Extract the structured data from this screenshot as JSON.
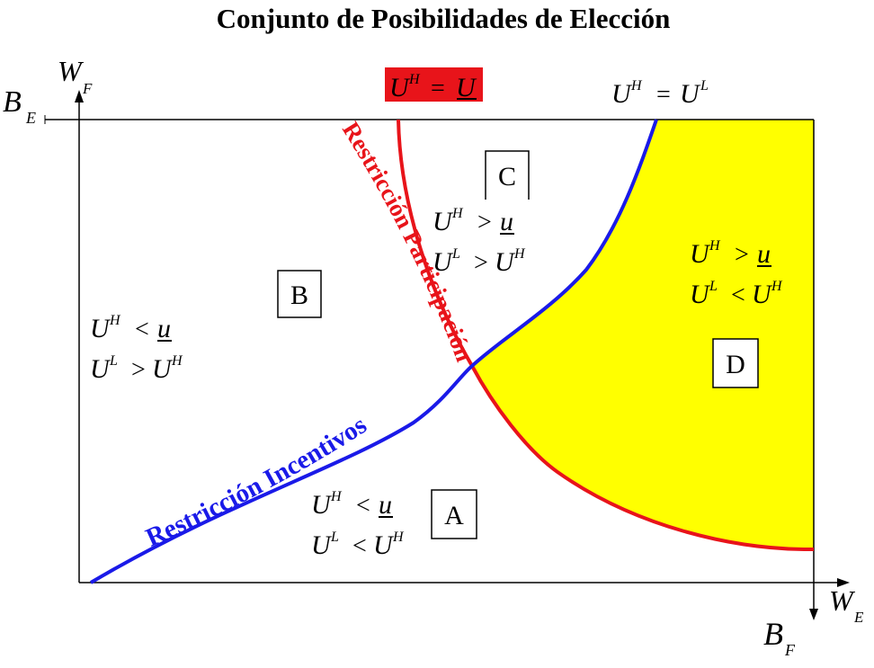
{
  "title": "Conjunto de Posibilidades de Elección",
  "axes": {
    "y_axis_label": {
      "main": "W",
      "sub": "F"
    },
    "x_axis_label": {
      "main": "W",
      "sub": "E"
    },
    "top_bound_label": {
      "main": "B",
      "sub": "E"
    },
    "right_bound_label": {
      "main": "B",
      "sub": "F"
    }
  },
  "curves": {
    "participation": {
      "label": "Restricción Participación",
      "color": "#e8141a"
    },
    "incentives": {
      "label": "Restricción Incentivos",
      "color": "#1a1ae8"
    }
  },
  "equations": {
    "participation_eq": {
      "lhs": "U",
      "lhs_sup": "H",
      "op": "=",
      "rhs": "U",
      "rhs_underlined": true,
      "background": "#e8141a"
    },
    "incentive_eq": {
      "lhs": "U",
      "lhs_sup": "H",
      "op": "=",
      "rhs": "U",
      "rhs_sup": "L"
    }
  },
  "regions": [
    {
      "letter": "A",
      "line1": {
        "a": "U",
        "a_sup": "H",
        "op": "<",
        "b": "u"
      },
      "line2": {
        "a": "U",
        "a_sup": "L",
        "op": "<",
        "b": "U",
        "b_sup": "H"
      }
    },
    {
      "letter": "B",
      "line1": {
        "a": "U",
        "a_sup": "H",
        "op": "<",
        "b": "u"
      },
      "line2": {
        "a": "U",
        "a_sup": "L",
        "op": ">",
        "b": "U",
        "b_sup": "H"
      }
    },
    {
      "letter": "C",
      "line1": {
        "a": "U",
        "a_sup": "H",
        "op": ">",
        "b": "u"
      },
      "line2": {
        "a": "U",
        "a_sup": "L",
        "op": ">",
        "b": "U",
        "b_sup": "H"
      }
    },
    {
      "letter": "D",
      "line1": {
        "a": "U",
        "a_sup": "H",
        "op": ">",
        "b": "u"
      },
      "line2": {
        "a": "U",
        "a_sup": "L",
        "op": "<",
        "b": "U",
        "b_sup": "H"
      }
    }
  ],
  "colors": {
    "feasible_fill": "#ffff00",
    "participation": "#e8141a",
    "incentives": "#1a1ae8",
    "axis": "#000000"
  }
}
